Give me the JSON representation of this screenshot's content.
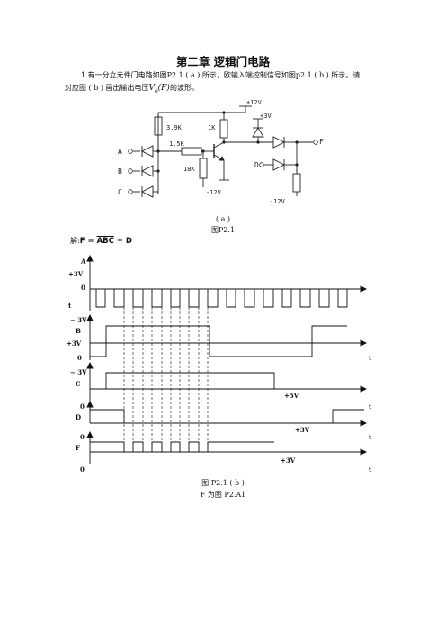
{
  "title": "第二章 逻辑门电路",
  "problem": {
    "line1": "1.有一分立元件门电路如图P2.1 ( a ) 所示，欧输入端控制信号如图p2.1 ( b ) 所示。请",
    "line2_pre": "对应图 ( b ) 画出输出电压",
    "vo": "V",
    "vo_sub": "o",
    "vo_arg": "(F)",
    "line2_post": "的波形。"
  },
  "circuit": {
    "labels": {
      "v12": "+12V",
      "v3": "+3V",
      "r39k": "3.9K",
      "r1k": "1K",
      "r15k": "1.5K",
      "r18k": "18K",
      "vm12a": "-12V",
      "vm12b": "-12V",
      "inA": "A",
      "inB": "B",
      "inC": "C",
      "inD": "D",
      "outF": "F"
    }
  },
  "captions": {
    "a": "( a )",
    "fig_a": "图P2.1",
    "fig_b": "图 P2.1 ( b )",
    "fig_note": "F 为图 P2.A1"
  },
  "solution": {
    "prefix": "解:",
    "lhs": "F",
    "eq": " = ",
    "bar": "ABC",
    "rest": " + D"
  },
  "waveform": {
    "labels": {
      "A": "A",
      "A_v": "+3V",
      "A_0": "0",
      "A_t": "t",
      "B_mv": "− 3V",
      "B": "B",
      "B_v": "+3V",
      "B_0": "0",
      "B_t": "t",
      "C_mv": "− 3V",
      "C": "C",
      "C_v": "+5V",
      "C_0": "0",
      "C_t": "t",
      "D": "D",
      "D_v": "+3V",
      "D_0": "0",
      "D_t": "t",
      "F": "F",
      "F_v": "+3V",
      "F_0": "0",
      "F_t": "t"
    }
  }
}
